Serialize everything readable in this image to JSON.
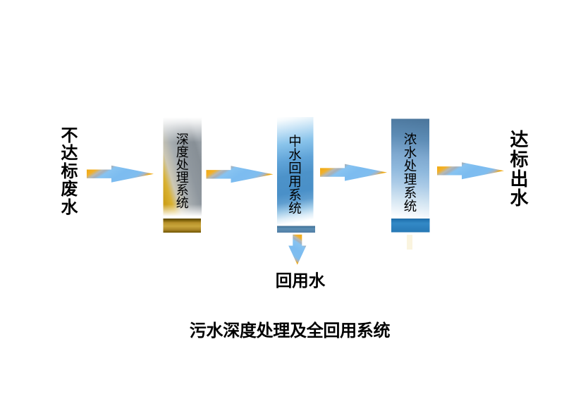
{
  "diagram": {
    "title": "污水深度处理及全回用系统",
    "influent_label": "不达标废水",
    "effluent_label": "达标出水",
    "reuse_label": "回用水",
    "stages": [
      {
        "label": "深度处理系统"
      },
      {
        "label": "中水回用系统"
      },
      {
        "label": "浓水处理系统"
      }
    ],
    "palette": {
      "background": "#ffffff",
      "text": "#000000",
      "arrow_gold": "#f2ab14",
      "arrow_silver": "#aeb5bb",
      "arrow_blue": "#7cbcf0",
      "stage1_gray": "#8f979e",
      "stage1_gold": "#c79d1e",
      "stage1_bar_gold": "#c5a02c",
      "stage2_blue": "#4e93cc",
      "stage2_bar_blue": "#4f81a8",
      "stage3_blue": "#47749c",
      "stage3_bar_blue": "#2e86c4"
    }
  }
}
